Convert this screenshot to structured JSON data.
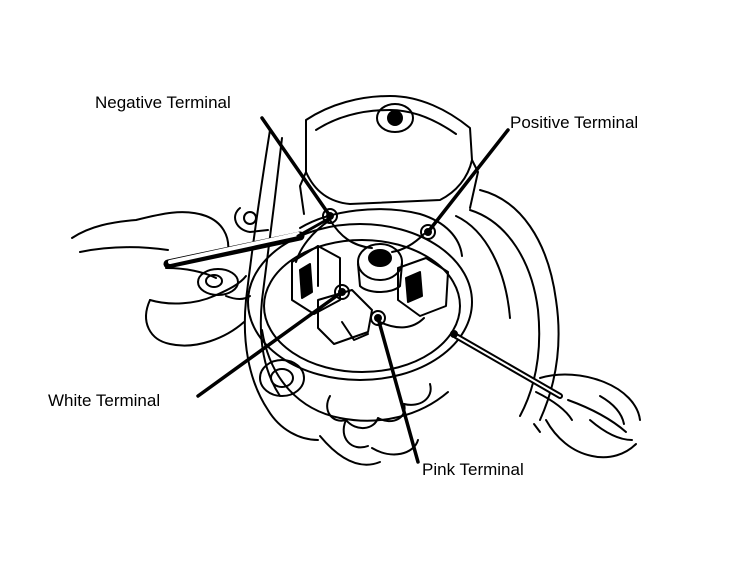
{
  "diagram": {
    "labels": {
      "negative_terminal": "Negative Terminal",
      "positive_terminal": "Positive Terminal",
      "white_terminal": "White Terminal",
      "pink_terminal": "Pink Terminal"
    },
    "colors": {
      "ink": "#000000",
      "background": "#ffffff"
    }
  }
}
